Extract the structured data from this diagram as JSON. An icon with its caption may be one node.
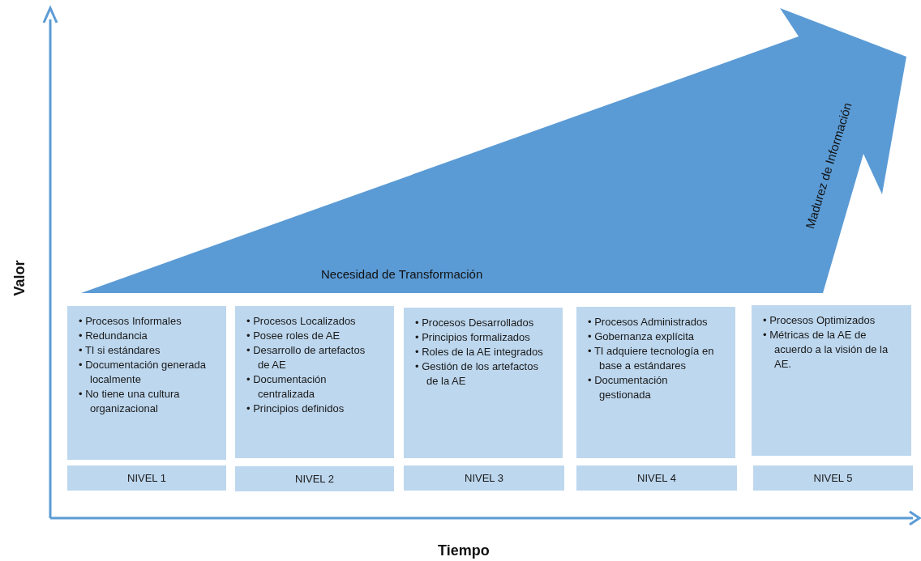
{
  "diagram": {
    "nodes": [
      {
        "text": [
          "Necesidad de Transformación",
          "Madurez de Información"
        ]
      },
      {
        "text": [
          "• Procesos Informales",
          "• Redundancia",
          "• TI si estándares",
          "• Documentación generada localmente",
          "• No tiene una cultura organizacional"
        ]
      },
      {
        "text": [
          "• Procesos Localizados",
          "• Posee roles de AE",
          "• Desarrollo de artefactos de AE",
          "• Documentación centralizada",
          "• Principios definidos"
        ]
      },
      {
        "text": [
          "• Procesos Desarrollados",
          "• Principios formalizados",
          "• Roles de la AE integrados",
          "• Gestión de los artefactos de la AE"
        ]
      },
      {
        "text": [
          "• Procesos Administrados",
          "• Gobernanza explícita",
          "• TI adquiere tecnología en base a estándares",
          "• Documentación gestionada"
        ]
      },
      {
        "text": [
          "• Procesos Optimizados",
          "• Métricas de la AE de acuerdo a la visión de la AE."
        ]
      },
      {
        "text": [
          "NIVEL 1"
        ]
      },
      {
        "text": [
          "NIVEL 2"
        ]
      },
      {
        "text": [
          "NIVEL 3"
        ]
      },
      {
        "text": [
          "NIVEL 4"
        ]
      },
      {
        "text": [
          "NIVEL 5"
        ]
      }
    ],
    "edges": [],
    "labels": [
      "Valor",
      "Tiempo"
    ]
  }
}
